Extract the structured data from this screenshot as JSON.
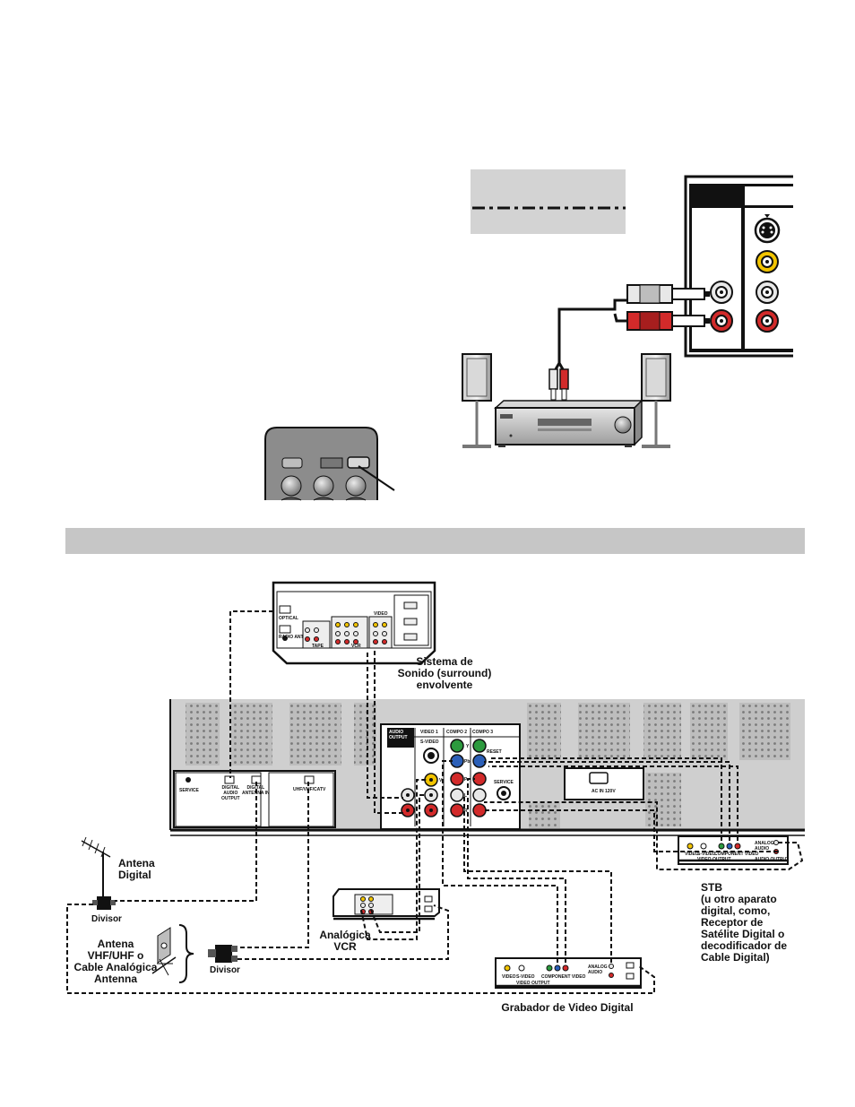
{
  "colors": {
    "section_bar": "#c6c6c6",
    "rca_red": "#d22a2a",
    "rca_yellow": "#f2c400",
    "comp_green": "#2c9a3e",
    "comp_blue": "#2b5fb8",
    "panel_gray": "#b9b9b9",
    "dark": "#111111"
  },
  "icons": [
    "rca-plug-icon",
    "speaker-icon",
    "receiver-icon",
    "remote-icon",
    "antenna-icon",
    "splitter-icon",
    "wall-plate-icon",
    "vent-grille-icon"
  ],
  "labels": {
    "surround": "Sistema de\nSonido (surround)\nenvolvente",
    "antenna_digital": "Antena\nDigital",
    "splitter_top": "Divisor",
    "antenna_analog": "Antena\nVHF/UHF o\nCable Analógica\nAntenna",
    "splitter_bottom": "Divisor",
    "vcr": "Analógica\nVCR",
    "stb": "STB\n(u otro aparato\ndigital, como,\nReceptor de\nSatélite Digital o\ndecodificador de\nCable Digital)",
    "dvr": "Grabador de Video Digital"
  },
  "tv_panel": {
    "audio_output": "AUDIO\nOUTPUT",
    "video1": "VIDEO 1",
    "comp2": "COMPO 2",
    "comp3": "COMPO 3",
    "svideo": "S-VIDEO",
    "y": "Y",
    "pb": "Pb",
    "pr": "Pr",
    "v": "V",
    "l": "L",
    "r": "R",
    "reset": "RESET",
    "service": "SERVICE",
    "ac_in": "AC IN 120V",
    "service_left": "SERVICE",
    "digital_audio_output": "DIGITAL\nAUDIO\nOUTPUT",
    "digital_antenna_in": "DIGITAL\nANTENNA IN",
    "uhf": "UHF/VHF/CATV"
  },
  "device_text": {
    "receiver_optical": "OPTICAL",
    "receiver_radio": "RADIO ANT",
    "receiver_tape": "TAPE",
    "receiver_vcr": "VCR",
    "receiver_video": "VIDEO",
    "stb_video": "VIDEO",
    "stb_svideo": "S-VIDEO",
    "stb_component": "COMPONENT VIDEO",
    "stb_video_output": "VIDEO OUTPUT",
    "stb_analog_audio": "ANALOG\nAUDIO",
    "stb_audio_output": "AUDIO OUTPUT",
    "dvr_video_output": "VIDEO OUTPUT",
    "dvr_component": "COMPONENT VIDEO",
    "dvr_analog_audio": "ANALOG\nAUDIO",
    "dvr_svideo": "S-VIDEO",
    "dvr_video": "VIDEO"
  }
}
